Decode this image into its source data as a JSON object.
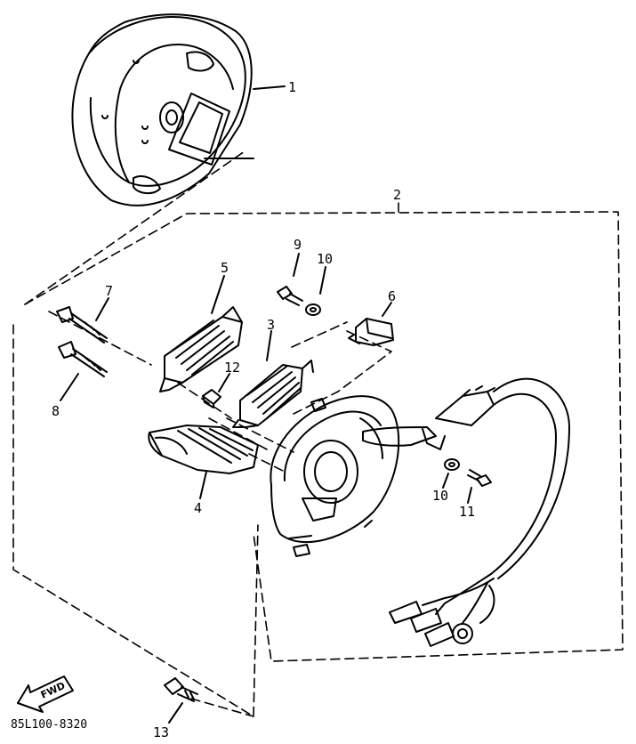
{
  "callouts": {
    "c1": "1",
    "c2": "2",
    "c3": "3",
    "c4": "4",
    "c5": "5",
    "c6": "6",
    "c7": "7",
    "c8": "8",
    "c9": "9",
    "c10a": "10",
    "c10b": "10",
    "c11": "11",
    "c12": "12",
    "c13": "13"
  },
  "fwd_arrow_text": "FWD",
  "diagram_code": "85L100-8320",
  "colors": {
    "ink": "#000000",
    "paper": "#ffffff"
  }
}
